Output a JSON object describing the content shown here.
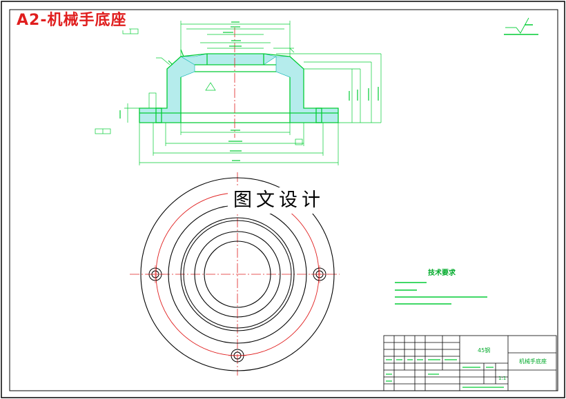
{
  "drawing": {
    "title_label": "A2-机械手底座",
    "watermark": "图文设计",
    "tech_requirements_title": "技术要求",
    "title_block_name": "机械手底座",
    "title_block_material": "45钢",
    "scale": "1:1",
    "line_colors": {
      "frame": "#000000",
      "dimension": "#00cc33",
      "centerline": "#e01e1e",
      "hatch": "#00a8a8",
      "section_outline": "#00cc33"
    }
  }
}
